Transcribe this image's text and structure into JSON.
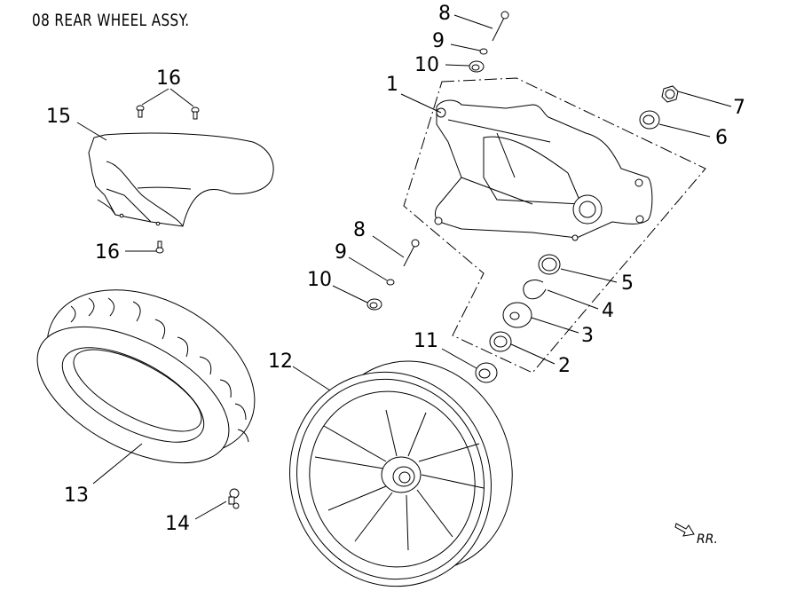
{
  "header": {
    "title": "08  REAR WHEEL ASSY."
  },
  "direction_indicator": {
    "icon": "arrow-right-icon",
    "label": "RR."
  },
  "callouts": [
    {
      "id": "1",
      "label": "1",
      "part": "rear-gear-case"
    },
    {
      "id": "2",
      "label": "2",
      "part": "bearing"
    },
    {
      "id": "3",
      "label": "3",
      "part": "bearing"
    },
    {
      "id": "4",
      "label": "4",
      "part": "circlip"
    },
    {
      "id": "5",
      "label": "5",
      "part": "oil-seal"
    },
    {
      "id": "6",
      "label": "6",
      "part": "washer"
    },
    {
      "id": "7",
      "label": "7",
      "part": "nut"
    },
    {
      "id": "8a",
      "label": "8",
      "part": "bolt"
    },
    {
      "id": "9a",
      "label": "9",
      "part": "washer"
    },
    {
      "id": "10a",
      "label": "10",
      "part": "collar"
    },
    {
      "id": "8b",
      "label": "8",
      "part": "bolt"
    },
    {
      "id": "9b",
      "label": "9",
      "part": "washer"
    },
    {
      "id": "10b",
      "label": "10",
      "part": "collar"
    },
    {
      "id": "11",
      "label": "11",
      "part": "spacer"
    },
    {
      "id": "12",
      "label": "12",
      "part": "rear-wheel-rim"
    },
    {
      "id": "13",
      "label": "13",
      "part": "tire"
    },
    {
      "id": "14",
      "label": "14",
      "part": "valve"
    },
    {
      "id": "15",
      "label": "15",
      "part": "rear-fender"
    },
    {
      "id": "16a",
      "label": "16",
      "part": "screw"
    },
    {
      "id": "16b",
      "label": "16",
      "part": "screw"
    }
  ]
}
